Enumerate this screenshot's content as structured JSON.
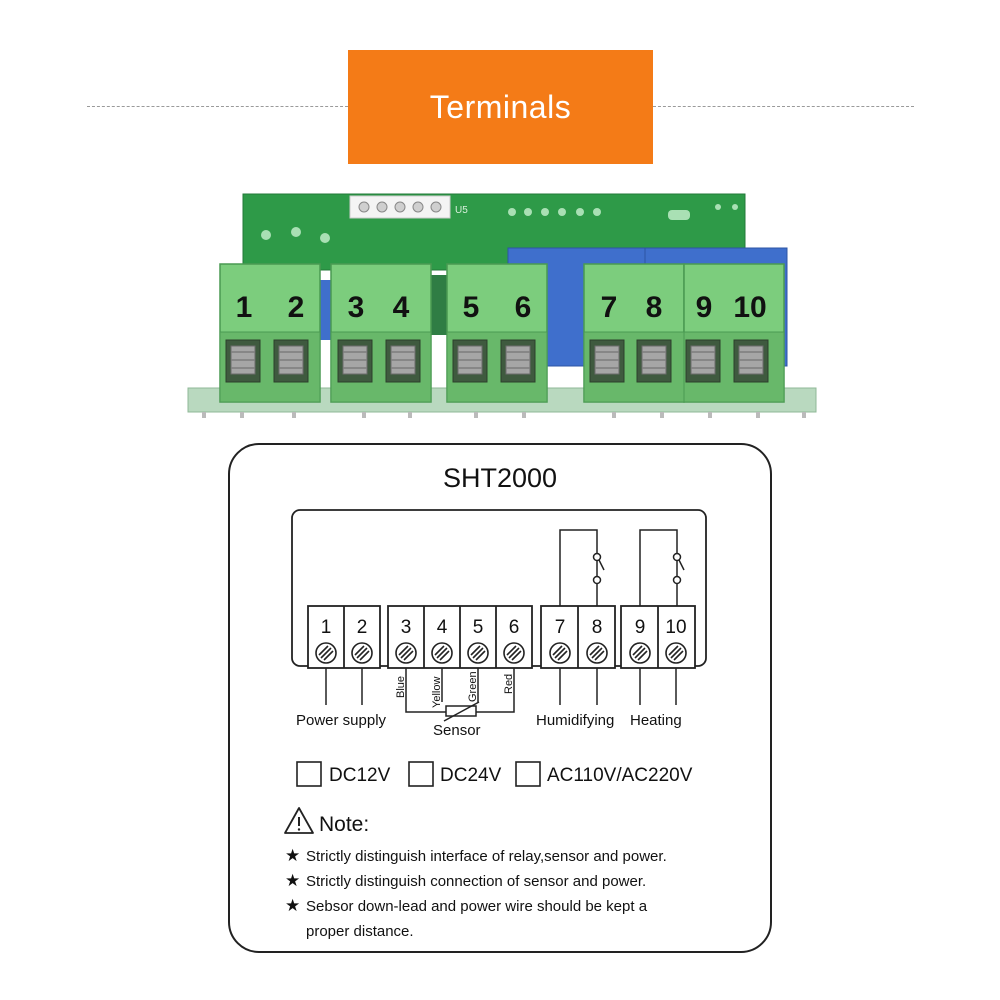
{
  "header": {
    "title": "Terminals"
  },
  "board": {
    "terminal_numbers": [
      "1",
      "2",
      "3",
      "4",
      "5",
      "6",
      "7",
      "8",
      "9",
      "10"
    ],
    "pcb_label": "U5"
  },
  "diagram": {
    "model": "SHT2000",
    "terminals": [
      "1",
      "2",
      "3",
      "4",
      "5",
      "6",
      "7",
      "8",
      "9",
      "10"
    ],
    "wire_colors": [
      "Blue",
      "Yellow",
      "Green",
      "Red"
    ],
    "group_labels": {
      "power_supply": "Power supply",
      "sensor": "Sensor",
      "humidifying": "Humidifying",
      "heating": "Heating"
    },
    "voltage_options": [
      "DC12V",
      "DC24V",
      "AC110V/AC220V"
    ],
    "note_title": "Note:",
    "notes": [
      "Strictly distinguish interface of relay,sensor and power.",
      "Strictly distinguish connection of sensor and power.",
      "Sebsor down-lead and power wire should be kept a"
    ],
    "note_continuation": "proper distance.",
    "note_bullet": "★"
  },
  "colors": {
    "banner": "#f47b17",
    "pcb": "#2e9a48",
    "terminal_block": "#7ccd7d",
    "relay": "#3f6fcc"
  }
}
